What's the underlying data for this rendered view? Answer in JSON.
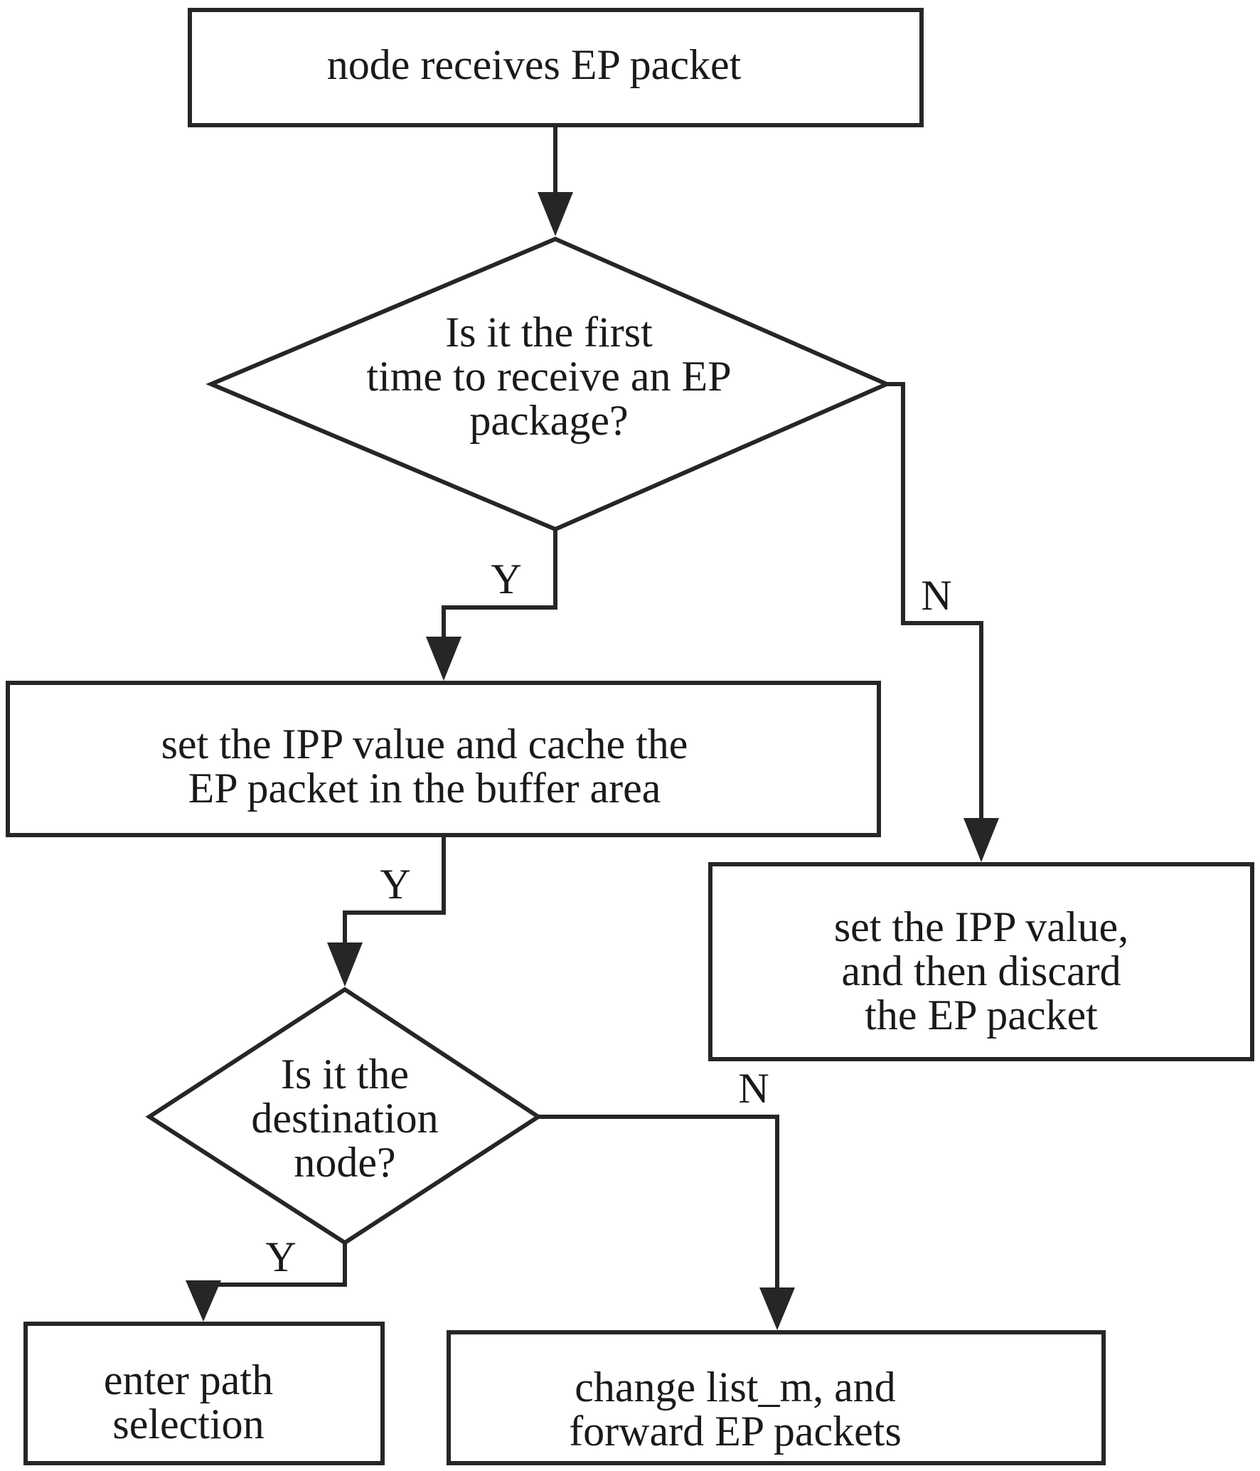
{
  "nodes": {
    "start": {
      "lines": [
        "node receives EP packet"
      ]
    },
    "decision_first": {
      "lines": [
        "Is it the first",
        "time to receive an EP",
        "package?"
      ]
    },
    "set_cache": {
      "lines": [
        "set the IPP value and cache the",
        "EP packet in the buffer area"
      ]
    },
    "set_discard": {
      "lines": [
        "set the IPP value,",
        "and then discard",
        "the EP packet"
      ]
    },
    "decision_dest": {
      "lines": [
        "Is it the",
        "destination",
        "node?"
      ]
    },
    "path_selection": {
      "lines": [
        "enter path",
        "selection"
      ]
    },
    "forward": {
      "lines": [
        "change list_m, and",
        "forward EP packets"
      ]
    }
  },
  "edge_labels": {
    "first_yes": "Y",
    "first_no": "N",
    "cache_yes": "Y",
    "dest_yes": "Y",
    "dest_no": "N"
  }
}
